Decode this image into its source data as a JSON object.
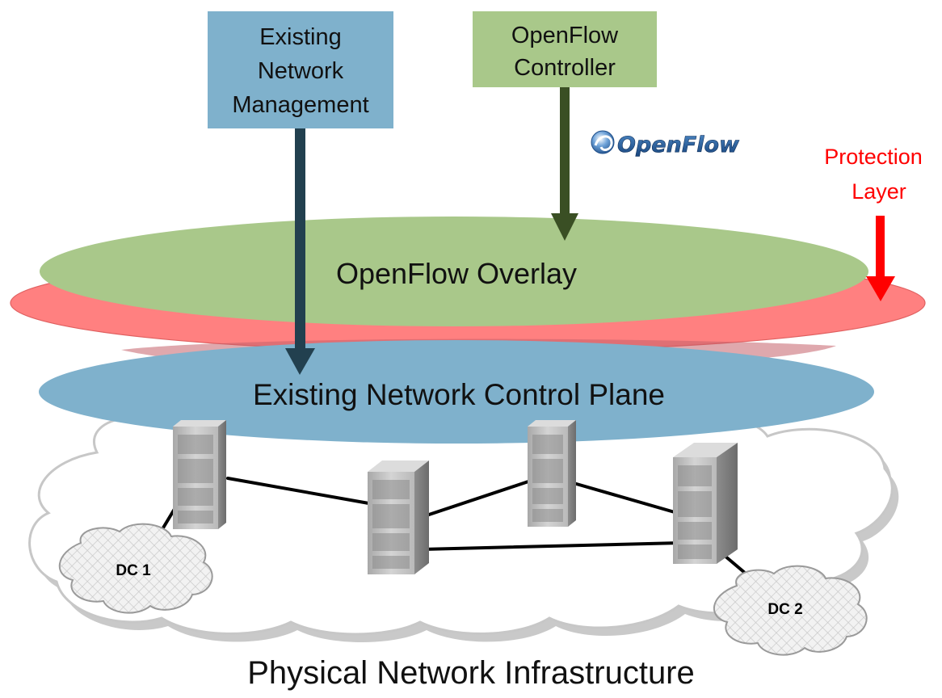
{
  "boxes": {
    "management": {
      "lines": [
        "Existing",
        "Network",
        "Management"
      ],
      "color": "#7fb1cc"
    },
    "controller": {
      "lines": [
        "OpenFlow",
        "Controller"
      ],
      "color": "#a9c88a"
    }
  },
  "logo": {
    "text": "OpenFlow",
    "icon": "openflow-swirl-icon"
  },
  "protection": {
    "lines": [
      "Protection",
      "Layer"
    ],
    "color": "#ff0000"
  },
  "layers": {
    "overlay": {
      "label": "OpenFlow Overlay",
      "color": "#a9c88a"
    },
    "protection": {
      "color": "#ff8080"
    },
    "control_plane": {
      "label": "Existing Network Control Plane",
      "color": "#7fb1cc"
    }
  },
  "datacenters": [
    {
      "label": "DC 1"
    },
    {
      "label": "DC 2"
    }
  ],
  "footer": {
    "title": "Physical Network Infrastructure"
  },
  "colors": {
    "mgmt_arrow": "#22404f",
    "ctrl_arrow": "#3a4f24",
    "protection_arrow": "#ff0000",
    "link": "#000000",
    "cloud_outline": "#c7c7c7"
  }
}
